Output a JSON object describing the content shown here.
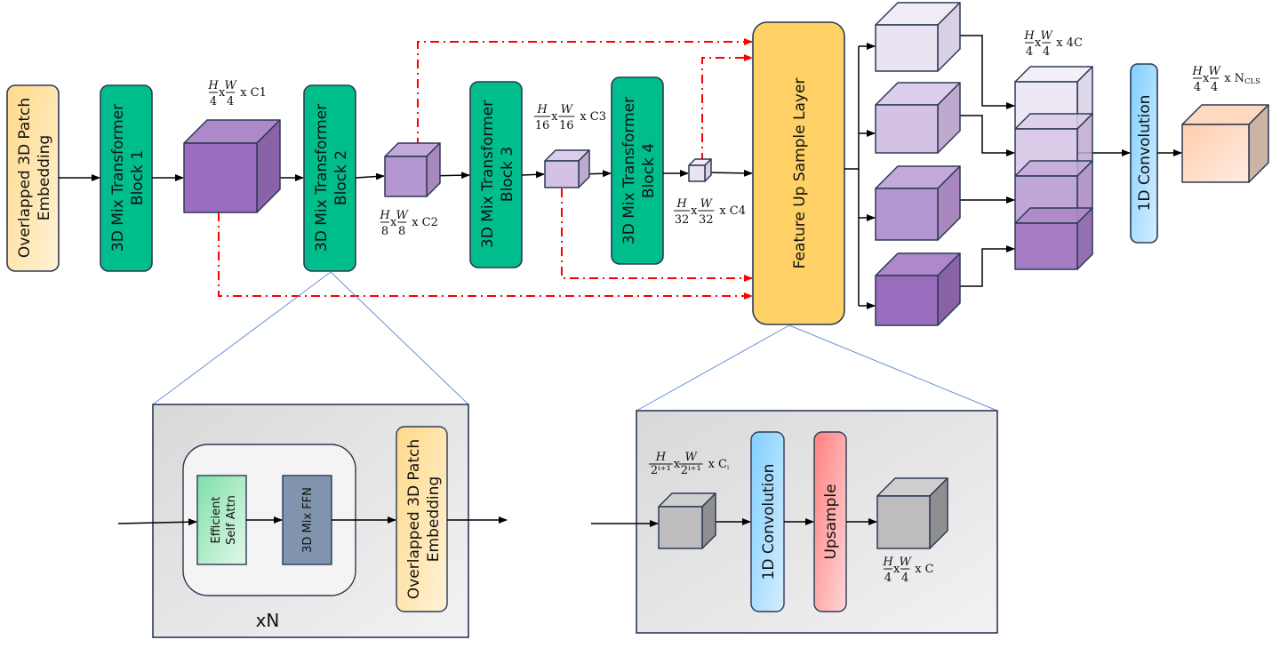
{
  "blocks": {
    "patch_embed": "Overlapped 3D Patch Embedding",
    "patch_embed_l1": "Overlapped 3D Patch",
    "patch_embed_l2": "Embedding",
    "mix1_l1": "3D Mix Transformer",
    "mix1_l2": "Block 1",
    "mix2_l1": "3D Mix Transformer",
    "mix2_l2": "Block 2",
    "mix3_l1": "3D Mix Transformer",
    "mix3_l2": "Block 3",
    "mix4_l1": "3D Mix Transformer",
    "mix4_l2": "Block 4",
    "feature_up": "Feature Up Sample Layer",
    "conv1d": "1D Convolution"
  },
  "dims": {
    "c1": {
      "num1": "H",
      "den1": "4",
      "num2": "W",
      "den2": "4",
      "suffix": "x C1"
    },
    "c2": {
      "num1": "H",
      "den1": "8",
      "num2": "W",
      "den2": "8",
      "suffix": "x C2"
    },
    "c3": {
      "num1": "H",
      "den1": "16",
      "num2": "W",
      "den2": "16",
      "suffix": "x C3"
    },
    "c4": {
      "num1": "H",
      "den1": "32",
      "num2": "W",
      "den2": "32",
      "suffix": "x C4"
    },
    "c4x": {
      "num1": "H",
      "den1": "4",
      "num2": "W",
      "den2": "4",
      "suffix": "x 4C"
    },
    "ncls": {
      "num1": "H",
      "den1": "4",
      "num2": "W",
      "den2": "4",
      "suffix": "x N",
      "sub": "CLS"
    },
    "ci": {
      "num1": "H",
      "den1": "2ⁱ⁺¹",
      "num2": "W",
      "den2": "2ⁱ⁺¹",
      "suffix": "x C",
      "sub": "i"
    },
    "c": {
      "num1": "H",
      "den1": "4",
      "num2": "W",
      "den2": "4",
      "suffix": "x C"
    }
  },
  "detail_left": {
    "esa_l1": "Efficient",
    "esa_l2": "Self Attn",
    "ffn": "3D Mix FFN",
    "patch_l1": "Overlapped 3D Patch",
    "patch_l2": "Embedding",
    "repeat": "xN"
  },
  "detail_right": {
    "conv": "1D Convolution",
    "upsample": "Upsample"
  },
  "colors": {
    "transformer": "#00BD8C",
    "feature_up": "#FFD166",
    "skip": "#FF0000",
    "zoom_lines": "#6A8FD8",
    "feature_purple": "#9B6DBE"
  }
}
